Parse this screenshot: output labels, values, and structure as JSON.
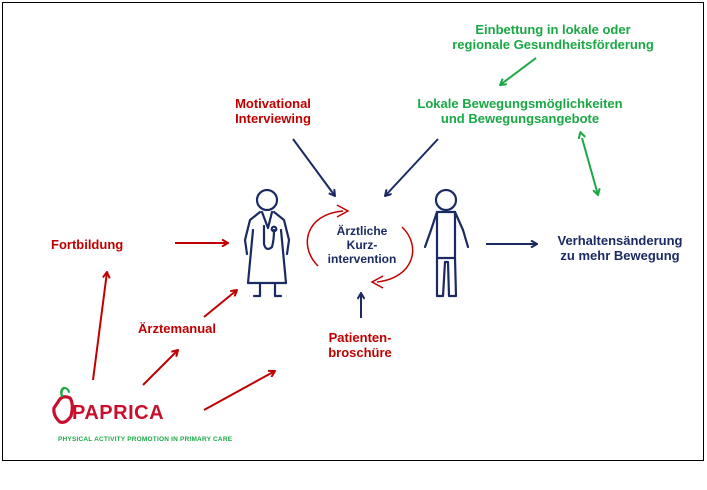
{
  "labels": {
    "einbettung": "Einbettung in lokale oder\nregionale Gesundheitsförderung",
    "lokale": "Lokale Bewegungsmöglichkeiten\nund Bewegungsangebote",
    "motivational": "Motivational\nInterviewing",
    "fortbildung": "Fortbildung",
    "aerztemanual": "Ärztemanual",
    "patienten": "Patienten-\nbroschüre",
    "center": "Ärztliche\nKurz-\nintervention",
    "verhalten": "Verhaltensänderung\nzu mehr Bewegung"
  },
  "logo": {
    "name": "PAPRICA",
    "tagline": "PHYSICAL ACTIVITY PROMOTION IN PRIMARY CARE"
  },
  "colors": {
    "red": "#c00000",
    "green": "#1aa845",
    "navy": "#1b2a63"
  }
}
